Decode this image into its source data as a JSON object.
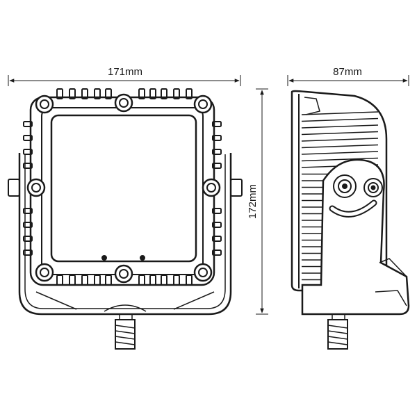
{
  "dimensions": {
    "front_width": "171mm",
    "height": "172mm",
    "side_depth": "87mm"
  },
  "colors": {
    "line": "#1a1a1a",
    "background": "#ffffff",
    "accent": "#2a2a2a"
  },
  "views": {
    "front": "front-view",
    "side": "side-view"
  }
}
